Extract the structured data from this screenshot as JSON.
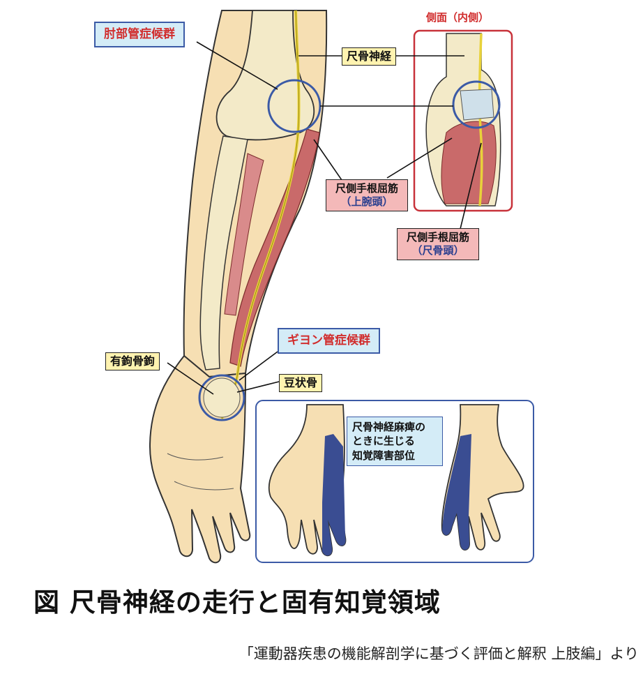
{
  "labels": {
    "cubital_tunnel": "肘部管症候群",
    "ulnar_nerve": "尺骨神経",
    "side_view": "側面（内側）",
    "fcu_humeral_name": "尺側手根屈筋",
    "fcu_humeral_head": "（上腕頭）",
    "fcu_ulnar_name": "尺側手根屈筋",
    "fcu_ulnar_head": "（尺骨頭）",
    "guyon_canal": "ギヨン管症候群",
    "hamate_hook": "有鉤骨鉤",
    "pisiform": "豆状骨",
    "sensory_line1": "尺骨神経麻痺の",
    "sensory_line2": "ときに生じる",
    "sensory_line3": "知覚障害部位"
  },
  "figure_title": "図 尺骨神経の走行と固有知覚領域",
  "source": "「運動器疾患の機能解剖学に基づく評価と解釈 上肢編」より",
  "colors": {
    "skin": "#f6dfb3",
    "bone": "#f3eac8",
    "muscle": "#c96a6a",
    "nerve": "#e8d23a",
    "sensory_area": "#3a4d92",
    "frame_red": "#c8323a",
    "frame_blue": "#3b5aa6"
  }
}
